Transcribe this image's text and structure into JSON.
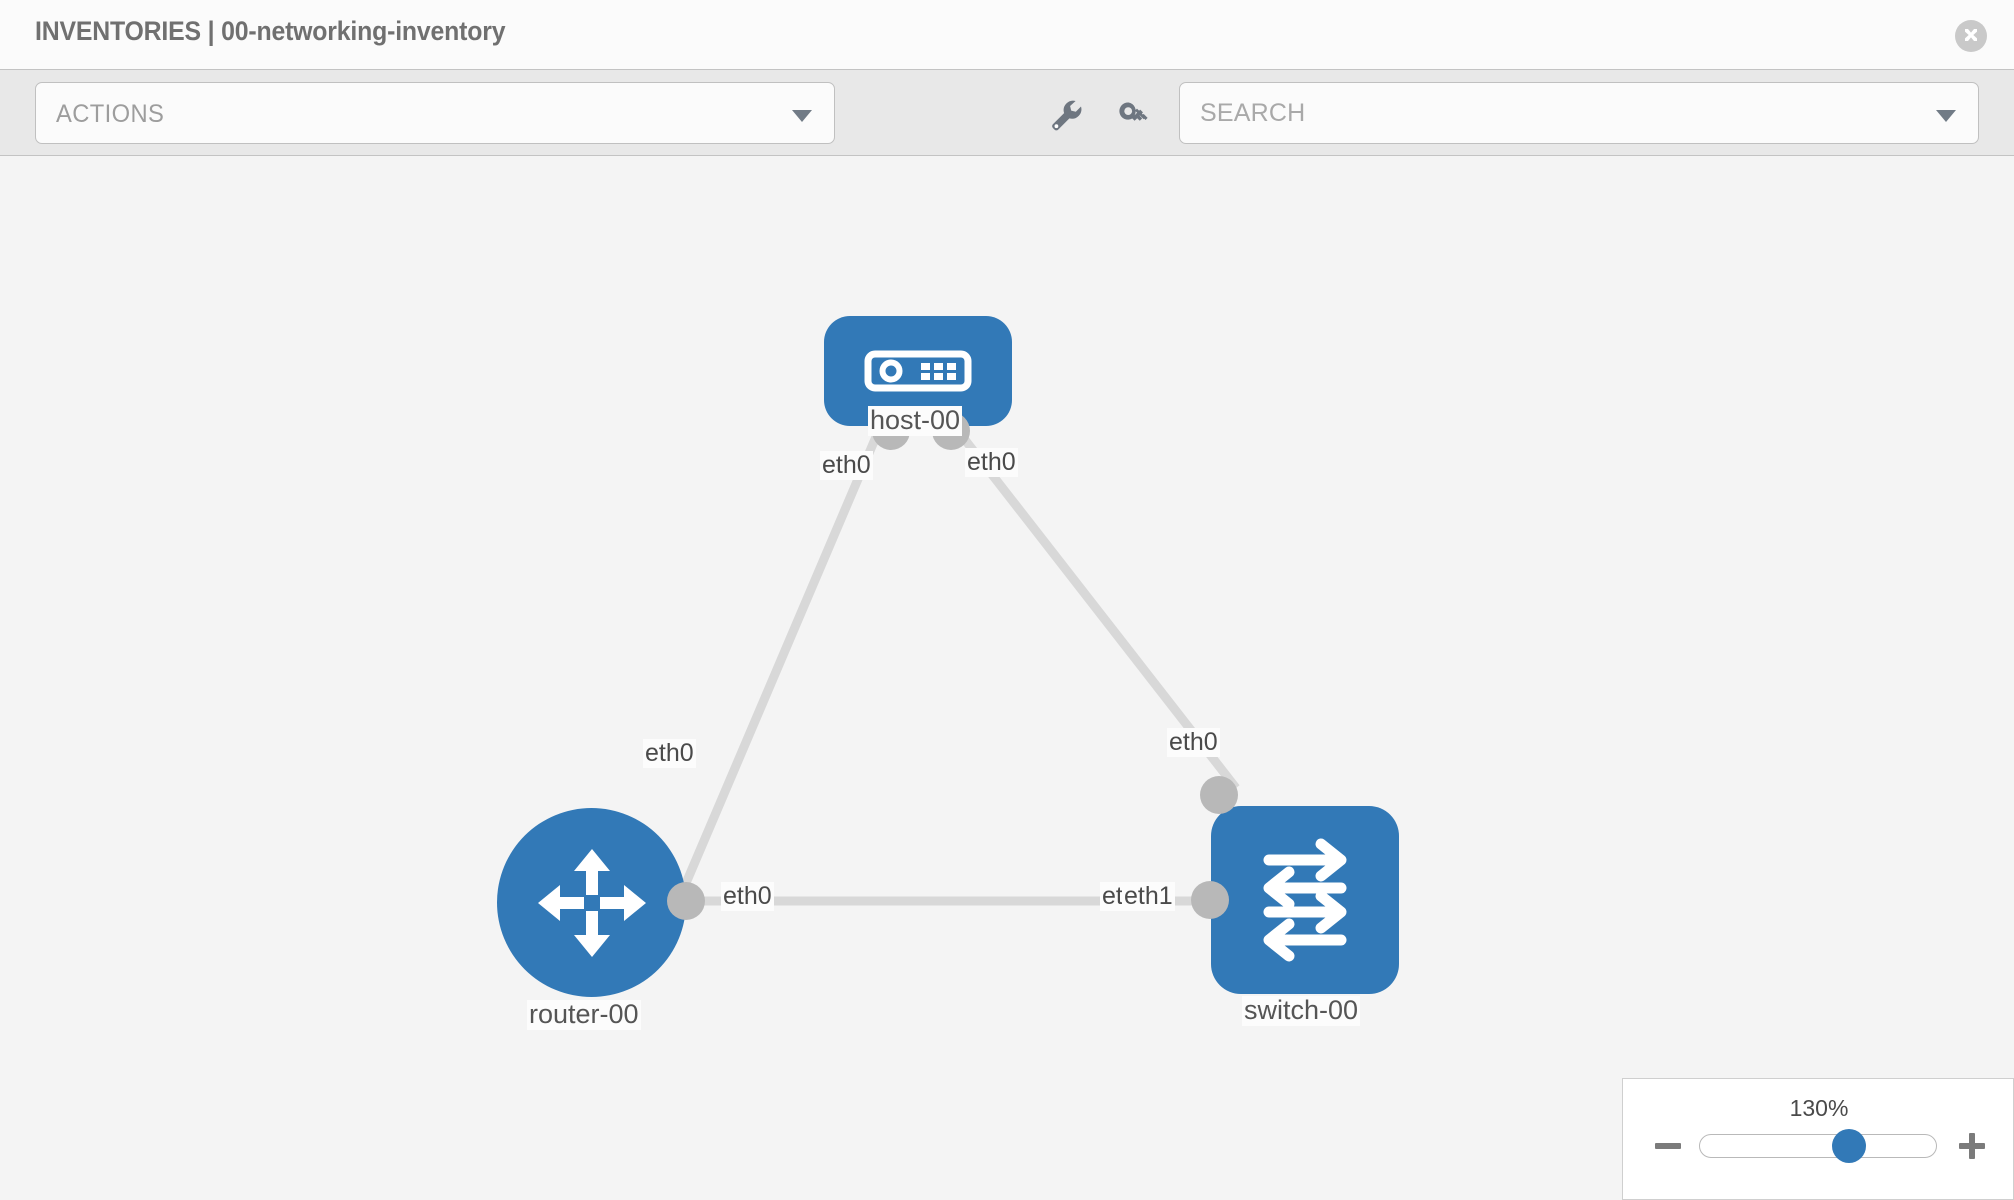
{
  "header": {
    "title": "INVENTORIES | 00-networking-inventory",
    "close_icon": "close-circle-icon"
  },
  "toolbar": {
    "actions_label": "ACTIONS",
    "actions_caret_icon": "chevron-down-icon",
    "wrench_icon": "wrench-icon",
    "key_icon": "key-icon",
    "search_placeholder": "SEARCH",
    "search_value": "",
    "search_caret_icon": "chevron-down-icon"
  },
  "topology": {
    "nodes": [
      {
        "id": "host-00",
        "label": "host-00",
        "type": "host",
        "icon": "server-icon",
        "color": "#3279b7"
      },
      {
        "id": "router-00",
        "label": "router-00",
        "type": "router",
        "icon": "router-arrows-icon",
        "color": "#3279b7"
      },
      {
        "id": "switch-00",
        "label": "switch-00",
        "type": "switch",
        "icon": "switch-arrows-icon",
        "color": "#3279b7"
      }
    ],
    "links": [
      {
        "from": "host-00",
        "from_if": "eth0",
        "to": "router-00",
        "to_if": "eth0"
      },
      {
        "from": "host-00",
        "from_if": "eth0",
        "to": "switch-00",
        "to_if": "eth0"
      },
      {
        "from": "router-00",
        "from_if": "eth0",
        "to": "switch-00",
        "to_if": "eth1"
      }
    ],
    "interface_labels": {
      "host_left": "eth0",
      "host_right": "eth0",
      "router_upper": "eth0",
      "switch_upper": "eth0",
      "router_right": "eth0",
      "switch_left_overlap": "eth",
      "switch_left": "eth1"
    },
    "link_color": "#d8d8d8",
    "connector_color": "#b8b8b8"
  },
  "zoom_control": {
    "value_label": "130%",
    "minus_icon": "minus-icon",
    "plus_icon": "plus-icon",
    "slider_percent": 65
  }
}
